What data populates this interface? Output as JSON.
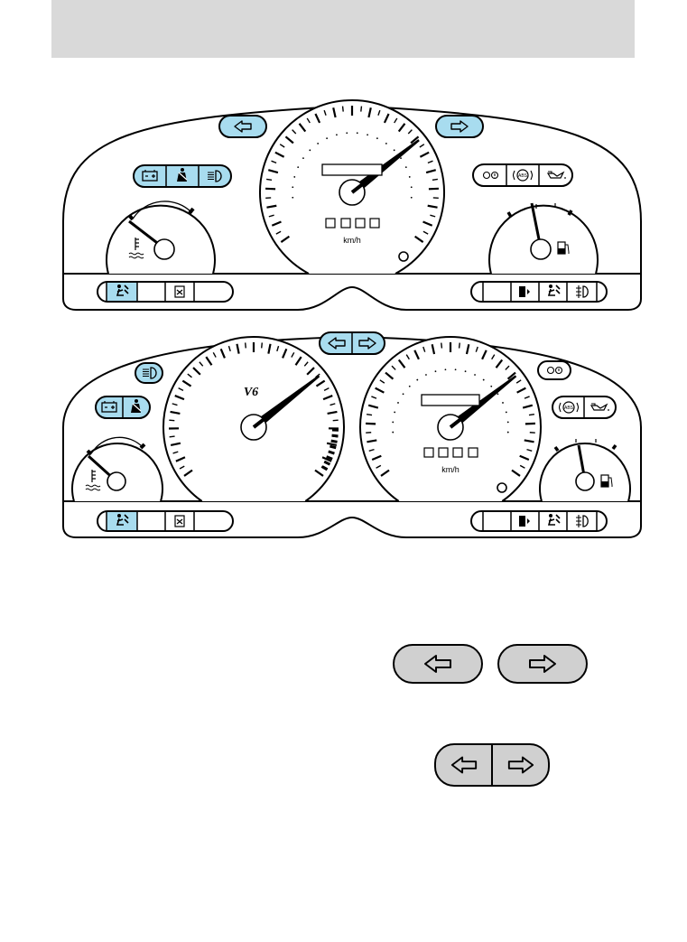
{
  "colors": {
    "indicator_fill": "#a8dcef",
    "legend_fill": "#d0d0d0",
    "header_gray": "#d9d9d9",
    "outline": "#000000"
  },
  "clusters": [
    {
      "id": "cluster-4cyl",
      "speedometer": {
        "unit": "km/h"
      }
    },
    {
      "id": "cluster-v6",
      "tachometer": {
        "badge": "V6"
      },
      "speedometer": {
        "unit": "km/h"
      }
    }
  ],
  "legend": {
    "separate": [
      "left-arrow-icon",
      "right-arrow-icon"
    ],
    "combined": [
      "left-arrow-icon",
      "right-arrow-icon"
    ]
  }
}
